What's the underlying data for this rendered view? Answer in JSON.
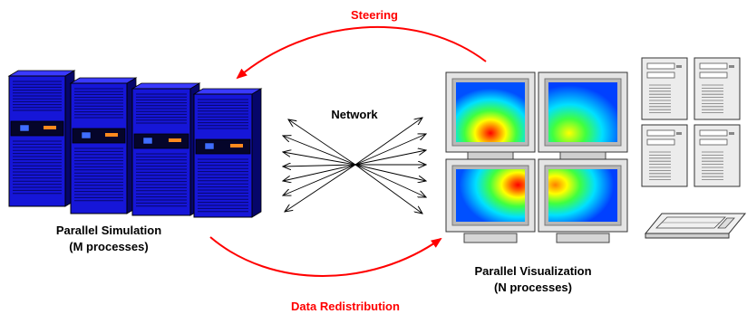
{
  "labels": {
    "steering": "Steering",
    "network": "Network",
    "sim_line1": "Parallel Simulation",
    "sim_line2": "(M processes)",
    "vis_line1": "Parallel Visualization",
    "vis_line2": "(N processes)",
    "redistribution": "Data Redistribution"
  },
  "colors": {
    "server_body": "#1616d8",
    "server_dark": "#06066a",
    "arrow_red": "#ff0000",
    "monitor_frame": "#e2e2e2",
    "tower": "#ececec"
  },
  "icons": {
    "simulation": "server-rack-icon",
    "visualization": "monitor-wall-icon",
    "cluster": "computer-tower-icon",
    "input": "keyboard-icon"
  }
}
